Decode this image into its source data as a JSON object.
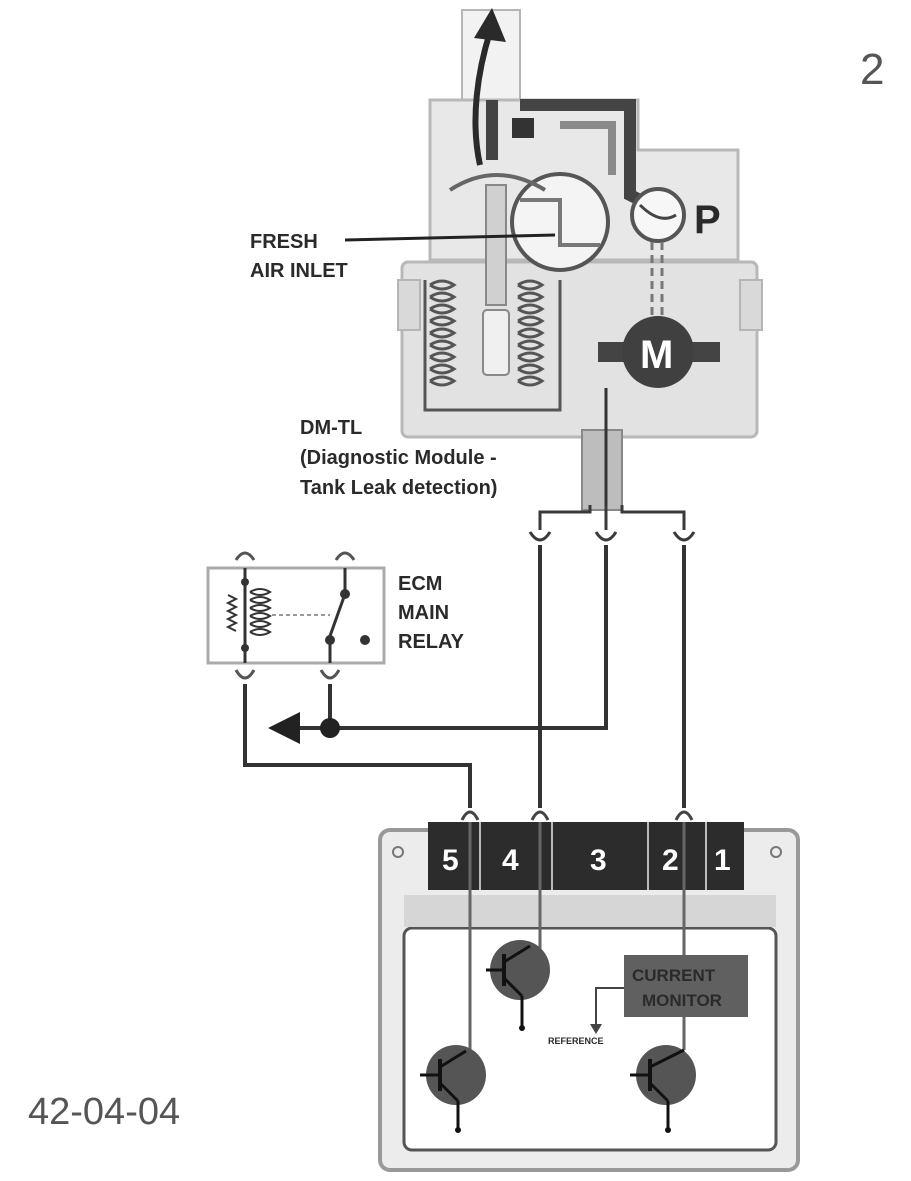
{
  "page_number": "2",
  "figure_code": "42-04-04",
  "labels": {
    "fresh_air_inlet": [
      "FRESH",
      "AIR INLET"
    ],
    "dmtl": [
      "DM-TL",
      "(Diagnostic Module -",
      "Tank Leak detection)"
    ],
    "relay": [
      "ECM",
      "MAIN",
      "RELAY"
    ],
    "pump": "P",
    "motor": "M",
    "current_monitor": [
      "CURRENT",
      "MONITOR"
    ],
    "reference": "REFERENCE"
  },
  "connector_pins": [
    "5",
    "4",
    "3",
    "2",
    "1"
  ],
  "colors": {
    "line": "#3a3a3a",
    "dark": "#2c2c2c",
    "housing": "#e6e6e6",
    "panel": "#dcdcdc",
    "monitor": "#606060"
  }
}
